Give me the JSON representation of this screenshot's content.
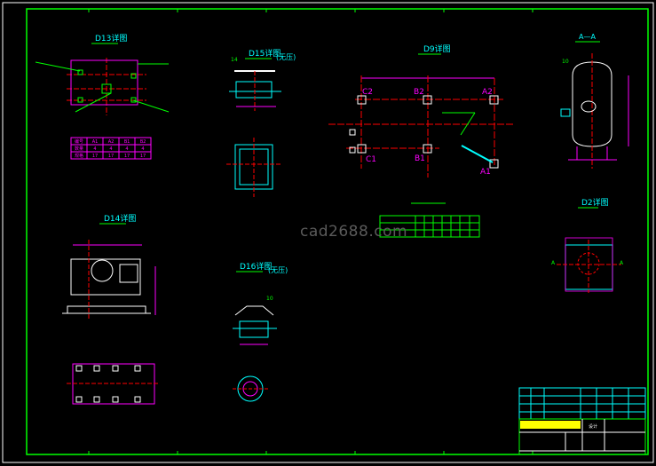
{
  "watermark": "cad2688.com",
  "colors": {
    "frame": "#00ff00",
    "magenta": "#ff00ff",
    "cyan": "#00ffff",
    "red": "#ff0000",
    "white": "#ffffff",
    "yellow": "#ffff00"
  },
  "views": {
    "d13": {
      "title": "D13详图",
      "table": {
        "headers": [
          "编号",
          "A1",
          "A2",
          "B1",
          "B2"
        ],
        "rows": [
          [
            "数量",
            "4",
            "4",
            "4",
            "4"
          ],
          [
            "规格",
            "17",
            "17",
            "17",
            "17"
          ]
        ]
      }
    },
    "d15": {
      "title": "D15详图",
      "note": "(无压)",
      "tag": "14"
    },
    "d9": {
      "title": "D9详图",
      "grid_labels": [
        "C2",
        "B2",
        "A2",
        "C1",
        "B1",
        "A1"
      ]
    },
    "section_aa": {
      "title": "A—A",
      "tag": "10"
    },
    "d2": {
      "title": "D2详图",
      "marker_a": "A"
    },
    "d14": {
      "title": "D14详图"
    },
    "d16": {
      "title": "D16详图",
      "note": "(无压)",
      "tag": "10"
    }
  },
  "title_block": {
    "label": "设计"
  }
}
